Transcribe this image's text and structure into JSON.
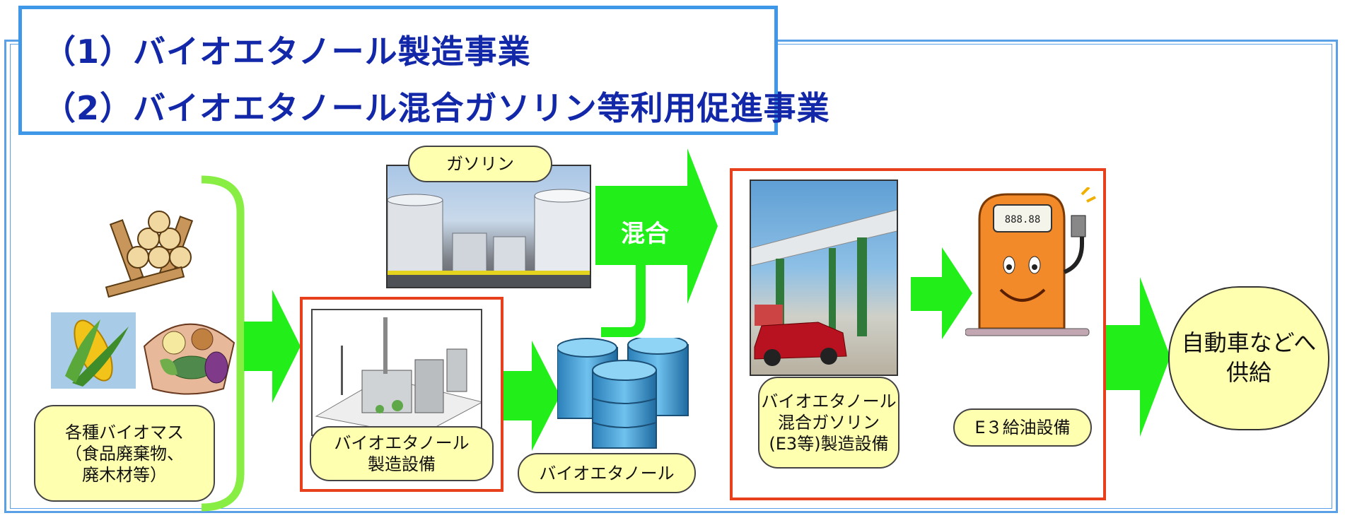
{
  "title": {
    "line1": "（1）バイオエタノール製造事業",
    "line2": "（2）バイオエタノール混合ガソリン等利用促進事業"
  },
  "labels": {
    "biomass": "各種バイオマス\n（食品廃棄物、\n廃木材等）",
    "gasoline": "ガソリン",
    "mix": "混合",
    "ethanol_plant": "バイオエタノール\n製造設備",
    "ethanol": "バイオエタノール",
    "blend_plant": "バイオエタノール\n混合ガソリン\n(E3等)製造設備",
    "station": "E３給油設備",
    "supply": "自動車などへ\n供給"
  },
  "pump_display": "888.88",
  "colors": {
    "title_text": "#1228a8",
    "frame_blue": "#3f97e8",
    "arrow_green": "#22ee1a",
    "bracket_green": "#88ee44",
    "label_fill": "#ffffb0",
    "red_frame": "#e8401c"
  }
}
